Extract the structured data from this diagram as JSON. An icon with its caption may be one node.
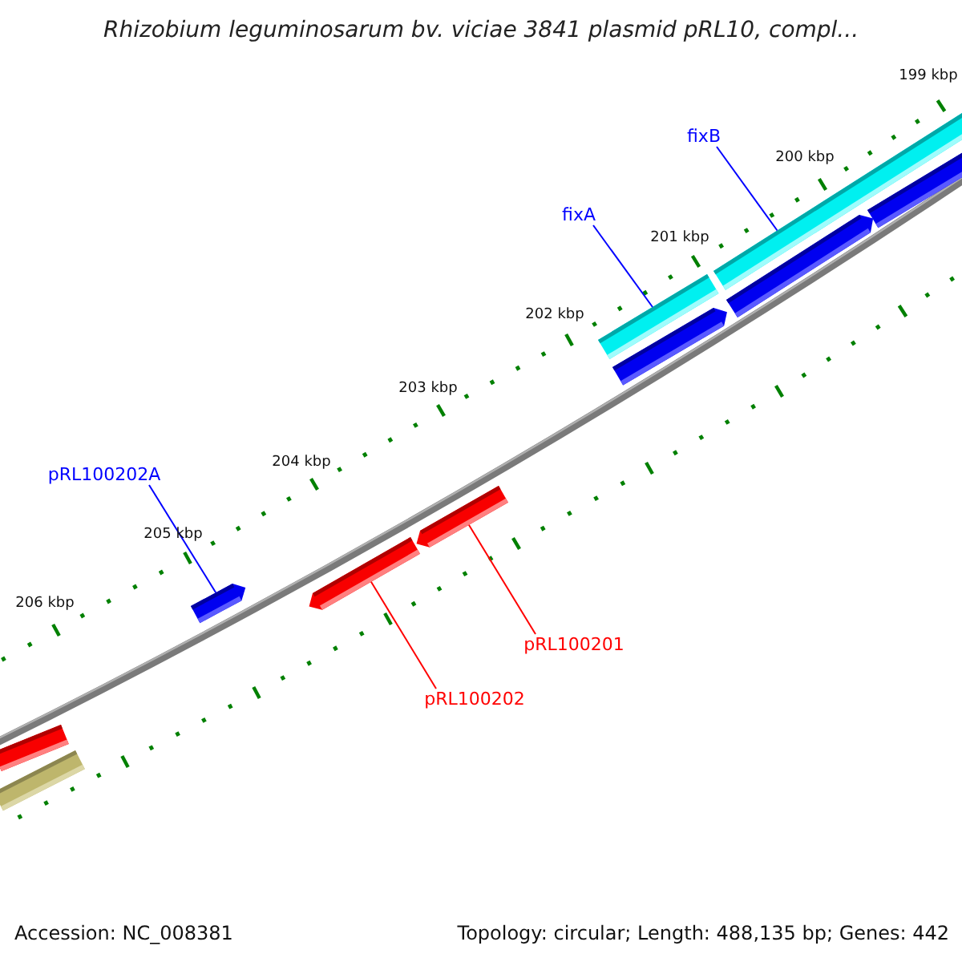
{
  "diagram": {
    "title": "Rhizobium leguminosarum bv. viciae 3841 plasmid pRL10, compl...",
    "nodes": [
      {
        "text": [
          "fixB"
        ]
      },
      {
        "text": [
          "fixA"
        ]
      },
      {
        "text": [
          "pRL100202A"
        ]
      },
      {
        "text": [
          "pRL100201"
        ]
      },
      {
        "text": [
          "pRL100202"
        ]
      },
      {
        "text": [],
        "shape": "bar"
      },
      {
        "text": [],
        "shape": "bar"
      },
      {
        "text": [],
        "shape": "bar"
      },
      {
        "text": [],
        "shape": "bar"
      },
      {
        "text": [],
        "shape": "bar"
      }
    ],
    "edges": [
      {
        "from": 0,
        "to": 5,
        "arrow": "none"
      },
      {
        "from": 1,
        "to": 6,
        "arrow": "none"
      },
      {
        "from": 2,
        "to": 9,
        "arrow": "none"
      },
      {
        "from": 3,
        "to": 7,
        "arrow": "none",
        "color": "#ff0000"
      },
      {
        "from": 4,
        "to": 8,
        "arrow": "none",
        "color": "#ff0000"
      }
    ],
    "labels": [
      "199 kbp",
      "200 kbp",
      "201 kbp",
      "202 kbp",
      "203 kbp",
      "204 kbp",
      "205 kbp",
      "206 kbp",
      "Accession: NC_008381",
      "Topology: circular; Length: 488,135 bp; Genes: 442"
    ]
  }
}
